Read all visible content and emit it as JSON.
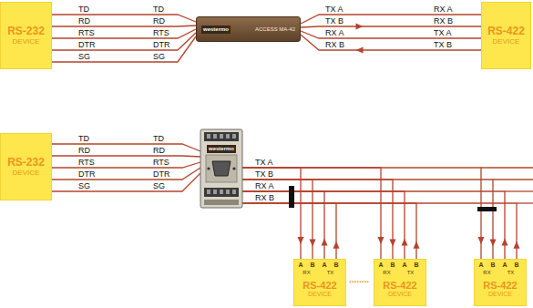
{
  "diagram": {
    "nodes": [
      {
        "text": [
          "RS-232",
          "DEVICE"
        ]
      },
      {
        "text": [
          "westermo",
          "ACCESS MA-42"
        ]
      },
      {
        "text": [
          "RS-422",
          "DEVICE"
        ]
      },
      {
        "text": [
          "RS-232",
          "DEVICE"
        ]
      },
      {
        "text": [
          "westermo"
        ]
      },
      {
        "text": [
          "RS-422",
          "DEVICE"
        ]
      },
      {
        "text": [
          "RS-422",
          "DEVICE"
        ]
      },
      {
        "text": [
          "RS-422",
          "DEVICE"
        ]
      }
    ],
    "edges": [
      {
        "from": 0,
        "to": 1,
        "arrow": "none"
      },
      {
        "from": 0,
        "to": 1,
        "arrow": "none"
      },
      {
        "from": 0,
        "to": 1,
        "arrow": "none"
      },
      {
        "from": 0,
        "to": 1,
        "arrow": "none"
      },
      {
        "from": 0,
        "to": 1,
        "arrow": "none"
      },
      {
        "from": 1,
        "to": 2,
        "arrow": "none"
      },
      {
        "from": 1,
        "to": 2,
        "arrow": "to"
      },
      {
        "from": 1,
        "to": 2,
        "arrow": "none"
      },
      {
        "from": 2,
        "to": 1,
        "arrow": "to"
      },
      {
        "from": 3,
        "to": 4,
        "arrow": "none"
      },
      {
        "from": 3,
        "to": 4,
        "arrow": "none"
      },
      {
        "from": 3,
        "to": 4,
        "arrow": "none"
      },
      {
        "from": 3,
        "to": 4,
        "arrow": "none"
      },
      {
        "from": 3,
        "to": 4,
        "arrow": "none"
      },
      {
        "from": 4,
        "to": 5,
        "arrow": "to"
      },
      {
        "from": 4,
        "to": 5,
        "arrow": "to"
      },
      {
        "from": 5,
        "to": 4,
        "arrow": "to"
      },
      {
        "from": 5,
        "to": 4,
        "arrow": "to"
      },
      {
        "from": 4,
        "to": 6,
        "arrow": "to"
      },
      {
        "from": 4,
        "to": 6,
        "arrow": "to"
      },
      {
        "from": 6,
        "to": 4,
        "arrow": "to"
      },
      {
        "from": 6,
        "to": 4,
        "arrow": "to"
      },
      {
        "from": 4,
        "to": 7,
        "arrow": "to"
      },
      {
        "from": 4,
        "to": 7,
        "arrow": "to"
      },
      {
        "from": 7,
        "to": 4,
        "arrow": "to"
      },
      {
        "from": 7,
        "to": 4,
        "arrow": "to"
      }
    ],
    "labels": [
      "TD",
      "RD",
      "RTS",
      "DTR",
      "SG",
      "TD",
      "RD",
      "RTS",
      "DTR",
      "SG",
      "TX A",
      "TX B",
      "RX A",
      "RX B",
      "RX A",
      "RX B",
      "TX A",
      "TX B",
      "TD",
      "RD",
      "RTS",
      "DTR",
      "SG",
      "TD",
      "RD",
      "RTS",
      "DTR",
      "SG",
      "TX A",
      "TX B",
      "RX A",
      "RX B",
      "A",
      "B",
      "A",
      "B",
      "RX",
      "TX",
      "A",
      "B",
      "A",
      "B",
      "RX",
      "TX",
      "A",
      "B",
      "A",
      "B",
      "RX",
      "TX",
      "........"
    ]
  }
}
